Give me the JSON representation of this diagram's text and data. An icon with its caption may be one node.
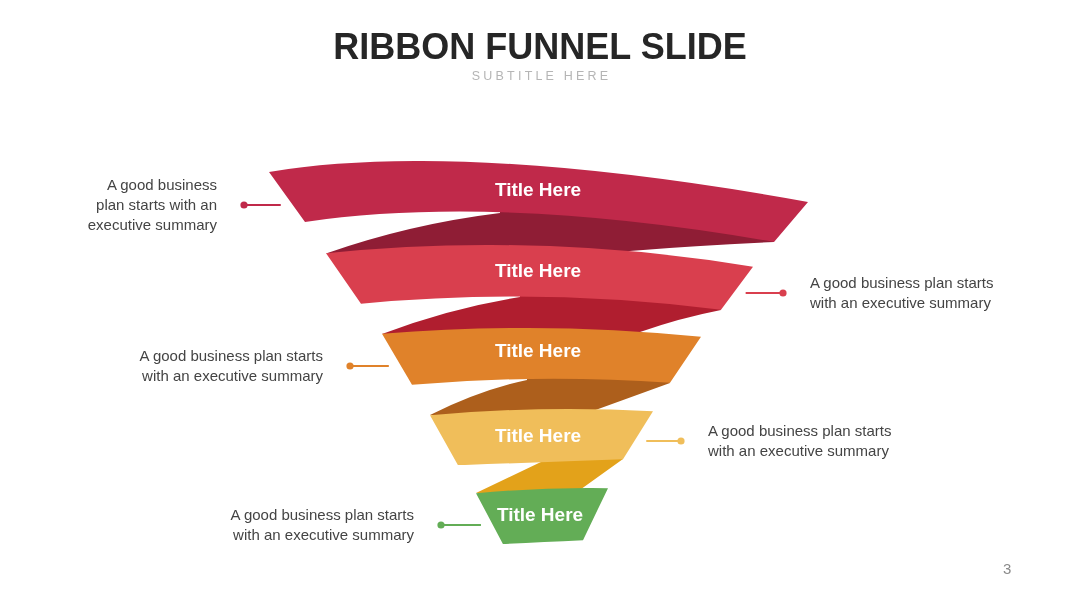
{
  "diagram": {
    "title": "RIBBON FUNNEL SLIDE",
    "nodes": [
      {
        "text": [
          "A good business plan starts with an executive summary"
        ]
      },
      {
        "text": [
          "Title Here"
        ]
      },
      {
        "text": [
          "Title Here"
        ]
      },
      {
        "text": [
          "A good business plan starts with an executive summary"
        ]
      },
      {
        "text": [
          "A good business plan starts with an executive summary"
        ]
      },
      {
        "text": [
          "Title Here"
        ]
      },
      {
        "text": [
          "Title Here"
        ]
      },
      {
        "text": [
          "A good business plan starts with an executive summary"
        ]
      },
      {
        "text": [
          "A good business plan starts with an executive summary"
        ]
      },
      {
        "text": [
          "Title Here"
        ]
      }
    ],
    "edges": [
      {
        "from": 0,
        "to": 1,
        "arrow": "other",
        "color": "#c0294a"
      },
      {
        "from": 3,
        "to": 2,
        "arrow": "other",
        "color": "#d93f4e"
      },
      {
        "from": 4,
        "to": 5,
        "arrow": "other",
        "color": "#e0822a"
      },
      {
        "from": 7,
        "to": 6,
        "arrow": "other",
        "color": "#f0be5a"
      },
      {
        "from": 8,
        "to": 9,
        "arrow": "other",
        "color": "#63ad56"
      }
    ],
    "labels": [
      "SUBTITLE HERE",
      "3"
    ]
  }
}
